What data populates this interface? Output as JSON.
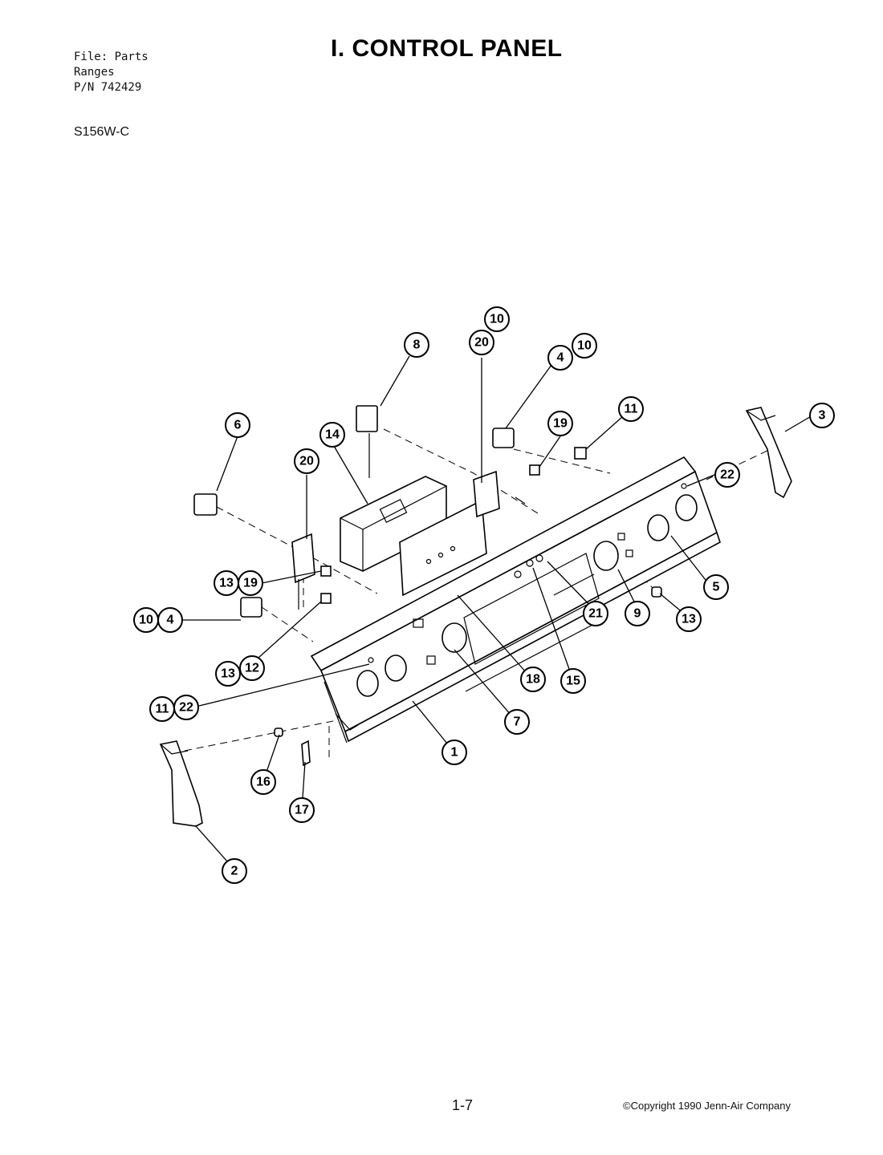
{
  "header": {
    "file_lines": [
      "File: Parts",
      "Ranges",
      "P/N 742429"
    ],
    "model": "S156W-C",
    "title": "I. CONTROL PANEL"
  },
  "footer": {
    "page_number": "1-7",
    "copyright": "©Copyright 1990 Jenn-Air Company"
  },
  "callouts": [
    {
      "id": "c10-top",
      "label": "10"
    },
    {
      "id": "c8",
      "label": "8"
    },
    {
      "id": "c20-top",
      "label": "20"
    },
    {
      "id": "c4-top",
      "label": "4"
    },
    {
      "id": "c10-mid",
      "label": "10"
    },
    {
      "id": "c11-top",
      "label": "11"
    },
    {
      "id": "c19-top",
      "label": "19"
    },
    {
      "id": "c3",
      "label": "3"
    },
    {
      "id": "c6",
      "label": "6"
    },
    {
      "id": "c14",
      "label": "14"
    },
    {
      "id": "c20-left",
      "label": "20"
    },
    {
      "id": "c22-right",
      "label": "22"
    },
    {
      "id": "c13-left",
      "label": "13"
    },
    {
      "id": "c19-left",
      "label": "19"
    },
    {
      "id": "c10-left",
      "label": "10"
    },
    {
      "id": "c4-left",
      "label": "4"
    },
    {
      "id": "c5",
      "label": "5"
    },
    {
      "id": "c21",
      "label": "21"
    },
    {
      "id": "c9",
      "label": "9"
    },
    {
      "id": "c13-right",
      "label": "13"
    },
    {
      "id": "c13-lower",
      "label": "13"
    },
    {
      "id": "c12",
      "label": "12"
    },
    {
      "id": "c18",
      "label": "18"
    },
    {
      "id": "c15",
      "label": "15"
    },
    {
      "id": "c11-left",
      "label": "11"
    },
    {
      "id": "c22-left",
      "label": "22"
    },
    {
      "id": "c7",
      "label": "7"
    },
    {
      "id": "c1",
      "label": "1"
    },
    {
      "id": "c16",
      "label": "16"
    },
    {
      "id": "c17",
      "label": "17"
    },
    {
      "id": "c2",
      "label": "2"
    }
  ]
}
